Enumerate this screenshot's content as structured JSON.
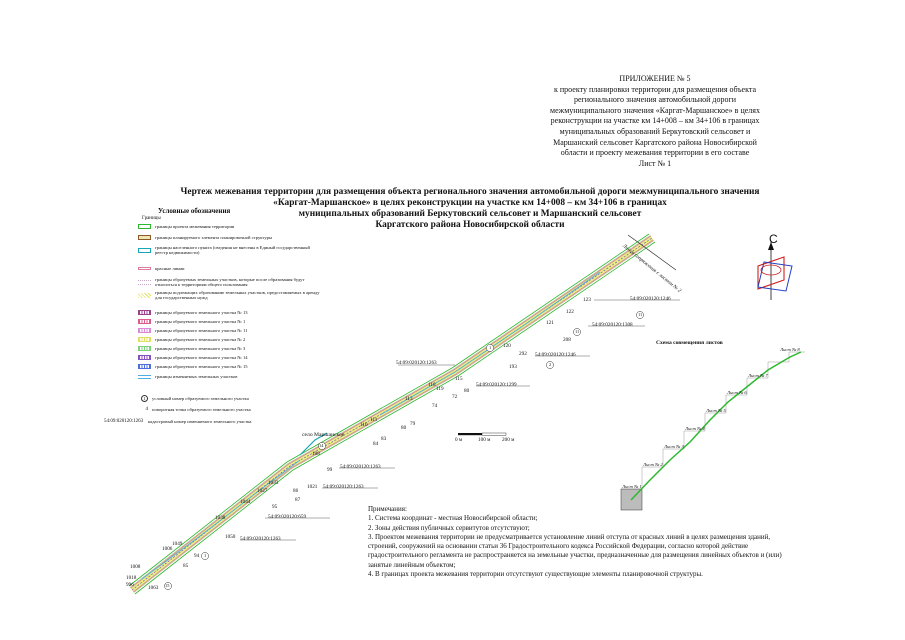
{
  "appendix": {
    "lines": [
      "ПРИЛОЖЕНИЕ № 5",
      "к проекту планировки  территории  для размещения объекта",
      "регионального значения автомобильной дороги",
      "межмуниципального значения «Каргат-Маршанское» в целях",
      "реконструкции на участке км 14+008 – км 34+106 в границах",
      "муниципальных образований Беркутовский сельсовет и",
      "Маршанский сельсовет Каргатского района Новосибирской",
      "области и проекту межевания территории в его составе",
      "Лист № 1"
    ]
  },
  "title": {
    "lines": [
      "Чертеж межевания территории для размещения объекта регионального значения автомобильной дороги межмуниципального значения",
      "«Каргат-Маршанское» в целях реконструкции на участке км 14+008 – км 34+106 в границах",
      "муниципальных образований Беркутовский сельсовет и Маршанский сельсовет",
      "Каргатского района Новосибирской области"
    ]
  },
  "legend": {
    "title": "Условные обозначения",
    "subtitle": "Границы",
    "items": [
      {
        "label": "границы проекта межевания территории",
        "color": "#2db82d",
        "style": "box"
      },
      {
        "label": "границы планируемого элемента планировочной структуры",
        "color": "#8a5a2b",
        "style": "doublebox"
      },
      {
        "label": "границы населенного пункта (сведения не внесены в Единый государственный реестр недвижимости)",
        "color": "#1aa7b5",
        "style": "box"
      },
      {
        "label": "красные линии",
        "color": "#e07a9a",
        "style": "thin"
      },
      {
        "label": "границы образуемых земельных участков, которые после образования будут относиться к территориям общего пользования",
        "color": "#c8a8c8",
        "style": "dotted"
      },
      {
        "label": "границы подлежащих образованию земельных участков, предоставляемых в аренду для государственных нужд",
        "color": "#e3e36a",
        "style": "hatch"
      },
      {
        "label": "границы образуемого земельного участка № 13",
        "color": "#9c3f8f",
        "style": "hatchbox"
      },
      {
        "label": "границы образуемого земельного участка № 1",
        "color": "#e05a8a",
        "style": "hatchbox"
      },
      {
        "label": "границы образуемого земельного участка № 11",
        "color": "#d88ad8",
        "style": "hatchbox"
      },
      {
        "label": "границы образуемого земельного участка № 2",
        "color": "#e0e060",
        "style": "hatchbox"
      },
      {
        "label": "границы образуемого земельного участка № 3",
        "color": "#7fd07f",
        "style": "hatchbox"
      },
      {
        "label": "границы образуемого земельного участка № 14",
        "color": "#8b4fc4",
        "style": "hatchbox"
      },
      {
        "label": "границы образуемого земельного участка № 15",
        "color": "#4e6ee0",
        "style": "hatchbox"
      },
      {
        "label": "границы изменяемых земельных участков",
        "color": "#4fb0e0",
        "style": "lines"
      },
      {
        "label": "условный номер образуемого земельного участка",
        "symbol": "1",
        "style": "circle"
      },
      {
        "label": "поворотная точка образуемого земельного участка",
        "symbol": "4",
        "style": "point"
      },
      {
        "label": "кадастровый номер изменяемого земельного участка",
        "symbol": "54:09:020120:1263",
        "style": "text"
      }
    ]
  },
  "map": {
    "village_label": "село Маршанское",
    "boundary_label_top": "Линия сопряжения с листом № 2",
    "scale_labels": [
      "0 м",
      "100 м",
      "200 м"
    ],
    "cadastral_labels": [
      "54:09:020120:1246",
      "54:09:020120:1308",
      "54:09:020120:1263",
      "54:09:020120:1246",
      "54:09:020120:1299",
      "54:09:020120:1263",
      "54:09:020120:1263",
      "54:09:020120:659",
      "54:09:020120:1263"
    ],
    "point_numbers": [
      "123",
      "122",
      "121",
      "120",
      "208",
      "292",
      "193",
      "119",
      "118",
      "115",
      "80",
      "72",
      "113",
      "74",
      "111",
      "110",
      "84",
      "83",
      "79",
      "80",
      "108",
      "99",
      "1033",
      "1027",
      "1021",
      "1044",
      "87",
      "86",
      "95",
      "1038",
      "1050",
      "1006",
      "1049",
      "94",
      "1008",
      "1018",
      "996",
      "1063",
      "85"
    ],
    "parcel_numbers": [
      "11",
      "11",
      "1",
      "2",
      "14",
      "1",
      "15"
    ]
  },
  "scheme": {
    "title": "Схема совмещения листов",
    "sheets": [
      "Лист № 1",
      "Лист № 2",
      "Лист № 3",
      "Лист № 4",
      "Лист № 5",
      "Лист № 6",
      "Лист № 7",
      "Лист № 8"
    ]
  },
  "compass": {
    "label": "С"
  },
  "notes": {
    "title": "Примечания:",
    "lines": [
      "1. Система координат - местная Новосибирской области;",
      "2. Зоны действия публичных сервитутов отсутствуют;",
      "3. Проектом межевания территории не предусматривается установление линий отступа от красных линий в целях размещения зданий, строений, сооружений на основании статьи 36 Градостроительного кодекса Российской Федерации, согласно которой действие градостроительного регламента не распространяется на земельные участки, предназначенные для размещения линейных объектов и (или) занятые линейным объектом;",
      "4. В границах проекта межевания территории отсутствуют существующие элементы планировочной структуры."
    ]
  }
}
